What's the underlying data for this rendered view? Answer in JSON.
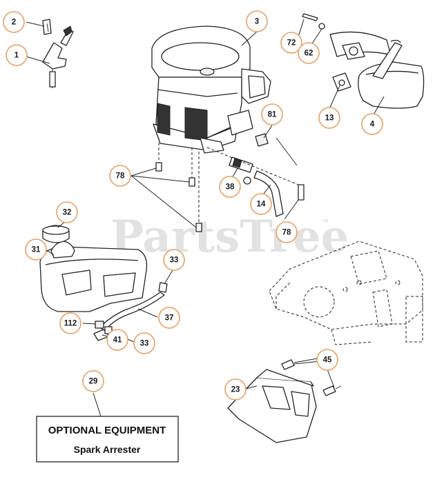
{
  "watermark": {
    "text": "PartsTree",
    "trademark": "™"
  },
  "callouts": [
    {
      "id": "c1",
      "label": "1"
    },
    {
      "id": "c2",
      "label": "2"
    },
    {
      "id": "c3",
      "label": "3"
    },
    {
      "id": "c72",
      "label": "72"
    },
    {
      "id": "c62",
      "label": "62"
    },
    {
      "id": "c13",
      "label": "13"
    },
    {
      "id": "c4",
      "label": "4"
    },
    {
      "id": "c81",
      "label": "81"
    },
    {
      "id": "c78a",
      "label": "78"
    },
    {
      "id": "c38",
      "label": "38"
    },
    {
      "id": "c14",
      "label": "14"
    },
    {
      "id": "c78b",
      "label": "78"
    },
    {
      "id": "c32",
      "label": "32"
    },
    {
      "id": "c31",
      "label": "31"
    },
    {
      "id": "c33a",
      "label": "33"
    },
    {
      "id": "c37",
      "label": "37"
    },
    {
      "id": "c112",
      "label": "112"
    },
    {
      "id": "c41",
      "label": "41"
    },
    {
      "id": "c33b",
      "label": "33"
    },
    {
      "id": "c45",
      "label": "45"
    },
    {
      "id": "c23",
      "label": "23"
    },
    {
      "id": "c29",
      "label": "29"
    }
  ],
  "optional_box": {
    "title": "OPTIONAL EQUIPMENT",
    "subtitle": "Spark Arrester"
  }
}
